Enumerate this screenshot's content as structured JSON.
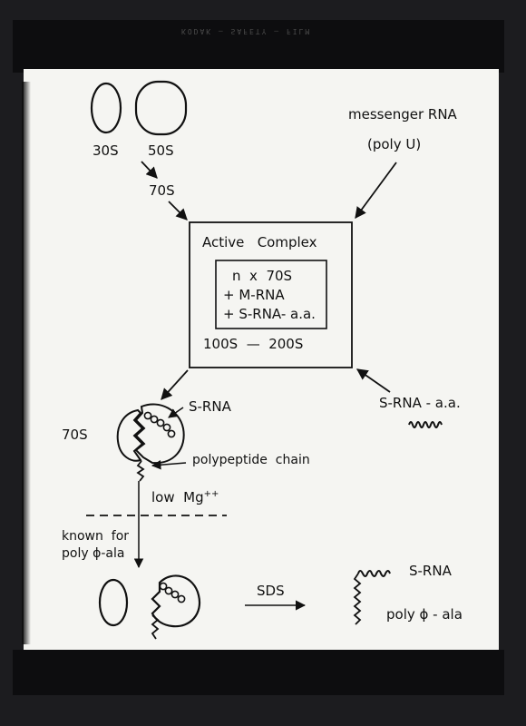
{
  "edge_print": "KODAK — SAFETY — FILM",
  "labels": {
    "ribo_30s": "30S",
    "ribo_50s": "50S",
    "ribo_70s_top": "70S",
    "messenger_rna": "messenger RNA",
    "poly_u": "(poly U)",
    "active_complex": "Active   Complex",
    "n_x_70s": "n  x  70S",
    "plus_m_rna": "+ M-RNA",
    "plus_s_rna_aa": "+ S-RNA- a.a.",
    "size_range": "100S  —  200S",
    "s_rna_aa_right": "S-RNA - a.a.",
    "ribo_70s_left": "70S",
    "s_rna_mid": "S-RNA",
    "polypeptide_chain": "polypeptide  chain",
    "low_mg": "low  Mg",
    "low_mg_sup": "++",
    "known_for": "known  for",
    "poly_phi_ala_left": "poly ϕ-ala",
    "sds": "SDS",
    "s_rna_right": "S-RNA",
    "poly_phi_ala_right": "poly ϕ - ala"
  },
  "colors": {
    "paper": "#f5f5f2",
    "ink": "#111111",
    "film": "#0d0d0f",
    "background": "#1c1c1f"
  }
}
